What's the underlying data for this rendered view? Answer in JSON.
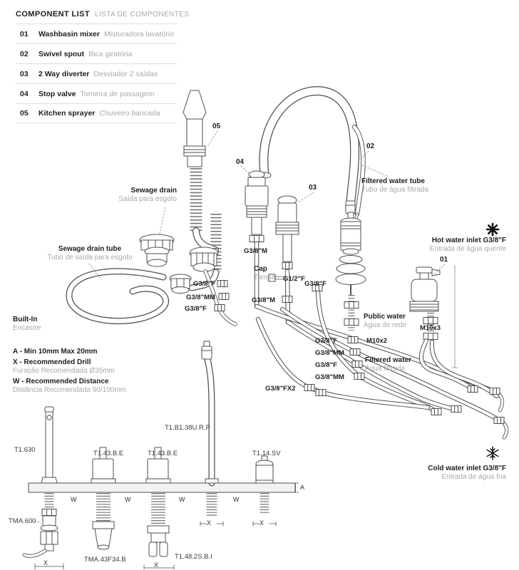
{
  "colors": {
    "ink": "#1d1d1d",
    "muted": "#a9a9a9",
    "line": "#4f4f4f"
  },
  "header": {
    "title": "COMPONENT LIST",
    "subtitle": "LISTA DE COMPONENTES"
  },
  "component_list": [
    {
      "num": "01",
      "name_en": "Washbasin mixer",
      "name_pt": "Misturadora lavatório"
    },
    {
      "num": "02",
      "name_en": "Swivel spout",
      "name_pt": "Bica giratória"
    },
    {
      "num": "03",
      "name_en": "2 Way diverter",
      "name_pt": "Desviador 2 saídas"
    },
    {
      "num": "04",
      "name_en": "Stop valve",
      "name_pt": "Torneira de passagem"
    },
    {
      "num": "05",
      "name_en": "Kitchen sprayer",
      "name_pt": "Chuveiro bancada"
    }
  ],
  "callouts": {
    "num01": "01",
    "num02": "02",
    "num03": "03",
    "num04": "04",
    "num05": "05",
    "sewage_drain": {
      "en": "Sewage  drain",
      "pt": "Saída para esgoto"
    },
    "sewage_drain_tube": {
      "en": "Sewage  drain tube",
      "pt": "Tubo de saída para esgoto"
    },
    "filtered_water_tube": {
      "en": "Filtered water tube",
      "pt": "Tubo de água filtrada"
    },
    "hot_water_inlet": {
      "en": "Hot water inlet G3/8\"F",
      "pt": "Entrada de água quente"
    },
    "cold_water_inlet": {
      "en": "Cold water inlet G3/8\"F",
      "pt": "Entrada de água fria"
    },
    "public_water": {
      "en": "Public water",
      "pt": "Água de rede"
    },
    "filtered_water": {
      "en": "Filtered water",
      "pt": "Água filtrada"
    },
    "cap": {
      "en": "Cap",
      "pt": "Tampa"
    },
    "built_in": {
      "en": "Built-In",
      "pt": "Encastre"
    }
  },
  "fittings": {
    "g38m_top": "G3/8\"M",
    "g12f": "G1/2\"F",
    "g38f_a": "G3/8\"F",
    "g38f_b": "G3/8\"F",
    "g38mm_a": "G3/8\"MM",
    "g38m_mid": "G3/8\"M",
    "g38f_c": "G3/8\"F",
    "g38f_d": "G3/8\"F",
    "g38mm_b": "G3/8\"MM",
    "g38f_e": "G3/8\"F",
    "g38mm_c": "G3/8\"MM",
    "g38fx2": "G3/8\"FX2",
    "m10x2": "M10x2",
    "m10x3": "M10x3"
  },
  "notes": {
    "a": "A - Min 10mm Max 20mm",
    "x_en": "X - Recommended Drill",
    "x_pt": "Furação Recomendada Ø35mm",
    "w_en": "W - Recommended Distance",
    "w_pt": "Distância Recomendada 90/100mm"
  },
  "part_codes": {
    "t1630": "T1.630",
    "t143be_1": "T1.43.B.E",
    "t143be_2": "T1.43.B.E",
    "t1b138urp": "T1.B1.38U.R.P",
    "t114sv": "T1.14.SV",
    "tma600": "TMA.600",
    "tma43f34b": "TMA.43F34.B",
    "t1482sbi": "T1.48.2S.B.I"
  },
  "dimensions": {
    "a": "A",
    "w": "W",
    "x": "X"
  }
}
